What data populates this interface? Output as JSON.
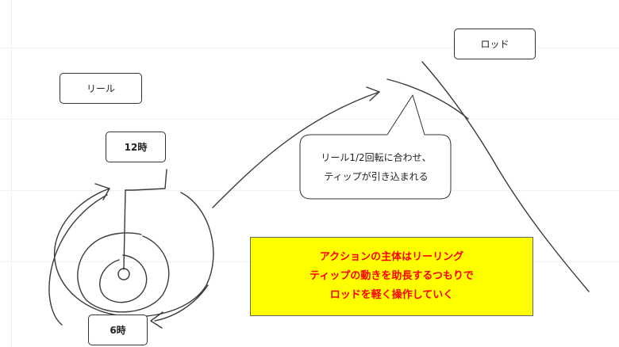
{
  "labels": {
    "rod": "ロッド",
    "reel": "リール",
    "twelve_oclock": "12時",
    "six_oclock": "6時"
  },
  "callout": {
    "line1": "リール1/2回転に合わせ、",
    "line2": "ティップが引き込まれる"
  },
  "note": {
    "line1": "アクションの主体はリーリング",
    "line2": "ティップの動きを助長するつもりで",
    "line3": "ロッドを軽く操作していく",
    "background_color": "#ffff00",
    "text_color": "#ff0000"
  }
}
